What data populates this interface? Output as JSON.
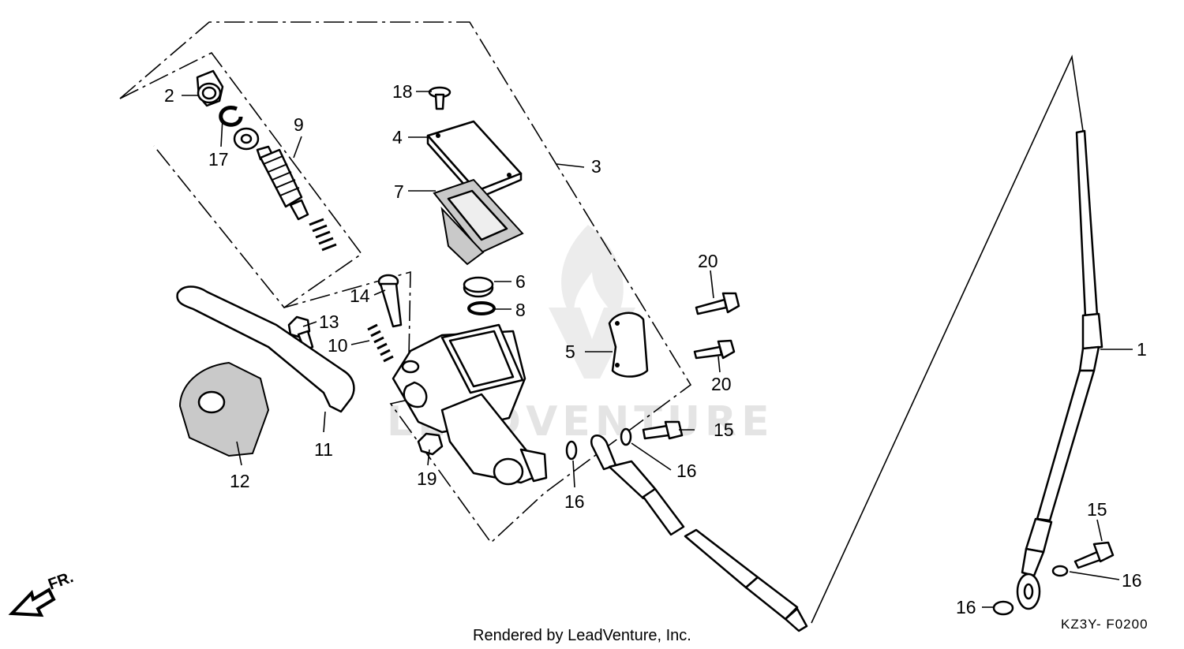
{
  "diagram": {
    "callouts": [
      {
        "id": "1",
        "text": "1"
      },
      {
        "id": "2",
        "text": "2"
      },
      {
        "id": "3",
        "text": "3"
      },
      {
        "id": "4",
        "text": "4"
      },
      {
        "id": "5",
        "text": "5"
      },
      {
        "id": "6",
        "text": "6"
      },
      {
        "id": "7",
        "text": "7"
      },
      {
        "id": "8",
        "text": "8"
      },
      {
        "id": "9",
        "text": "9"
      },
      {
        "id": "10",
        "text": "10"
      },
      {
        "id": "11",
        "text": "11"
      },
      {
        "id": "12",
        "text": "12"
      },
      {
        "id": "13",
        "text": "13"
      },
      {
        "id": "14",
        "text": "14"
      },
      {
        "id": "15a",
        "text": "15"
      },
      {
        "id": "15b",
        "text": "15"
      },
      {
        "id": "16a",
        "text": "16"
      },
      {
        "id": "16b",
        "text": "16"
      },
      {
        "id": "16c",
        "text": "16"
      },
      {
        "id": "16d",
        "text": "16"
      },
      {
        "id": "17",
        "text": "17"
      },
      {
        "id": "18",
        "text": "18"
      },
      {
        "id": "19",
        "text": "19"
      },
      {
        "id": "20a",
        "text": "20"
      },
      {
        "id": "20b",
        "text": "20"
      }
    ],
    "direction_label": "FR.",
    "watermark": "LEADVENTURE",
    "diagram_code": "KZ3Y- F0200",
    "footer": "Rendered by LeadVenture, Inc."
  }
}
